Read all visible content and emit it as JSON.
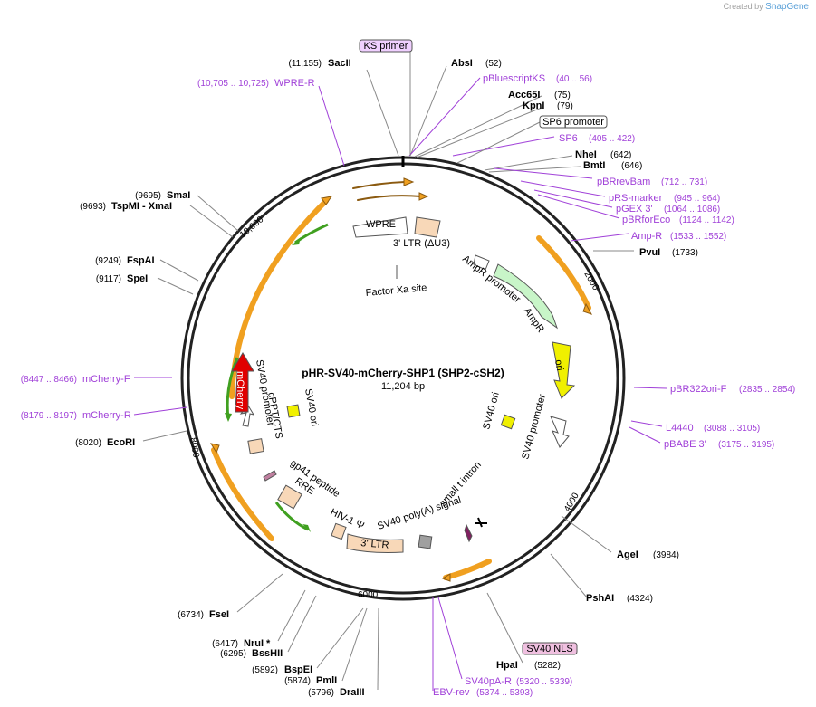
{
  "credit": {
    "prefix": "Created by",
    "brand": "SnapGene"
  },
  "plasmid": {
    "name": "pHR-SV40-mCherry-SHP1 (SHP2-cSH2)",
    "size": "11,204 bp"
  },
  "ticks": [
    "2000",
    "4000",
    "6000",
    "8000",
    "10,000"
  ],
  "sites": [
    {
      "name": "SacII",
      "pos": "(11,155)"
    },
    {
      "name": "AbsI",
      "pos": "(52)"
    },
    {
      "name": "Acc65I",
      "pos": "(75)"
    },
    {
      "name": "KpnI",
      "pos": "(79)"
    },
    {
      "name": "NheI",
      "pos": "(642)"
    },
    {
      "name": "BmtI",
      "pos": "(646)"
    },
    {
      "name": "PvuI",
      "pos": "(1733)"
    },
    {
      "name": "AgeI",
      "pos": "(3984)"
    },
    {
      "name": "PshAI",
      "pos": "(4324)"
    },
    {
      "name": "HpaI",
      "pos": "(5282)"
    },
    {
      "name": "DraIII",
      "pos": "(5796)"
    },
    {
      "name": "PmlI",
      "pos": "(5874)"
    },
    {
      "name": "BspEI",
      "pos": "(5892)"
    },
    {
      "name": "BssHII",
      "pos": "(6295)"
    },
    {
      "name": "NruI *",
      "pos": "(6417)"
    },
    {
      "name": "FseI",
      "pos": "(6734)"
    },
    {
      "name": "EcoRI",
      "pos": "(8020)"
    },
    {
      "name": "SpeI",
      "pos": "(9117)"
    },
    {
      "name": "FspAI",
      "pos": "(9249)"
    },
    {
      "name": "TspMI - XmaI",
      "pos": "(9693)"
    },
    {
      "name": "SmaI",
      "pos": "(9695)"
    }
  ],
  "primers": [
    {
      "name": "WPRE-R",
      "pos": "(10,705 .. 10,725)"
    },
    {
      "name": "pBluescriptKS",
      "pos": "(40 .. 56)"
    },
    {
      "name": "SP6",
      "pos": "(405 .. 422)"
    },
    {
      "name": "pBRrevBam",
      "pos": "(712 .. 731)"
    },
    {
      "name": "pRS-marker",
      "pos": "(945 .. 964)"
    },
    {
      "name": "pGEX 3'",
      "pos": "(1064 .. 1086)"
    },
    {
      "name": "pBRforEco",
      "pos": "(1124 .. 1142)"
    },
    {
      "name": "Amp-R",
      "pos": "(1533 .. 1552)"
    },
    {
      "name": "pBR322ori-F",
      "pos": "(2835 .. 2854)"
    },
    {
      "name": "L4440",
      "pos": "(3088 .. 3105)"
    },
    {
      "name": "pBABE 3'",
      "pos": "(3175 .. 3195)"
    },
    {
      "name": "SV40pA-R",
      "pos": "(5320 .. 5339)"
    },
    {
      "name": "EBV-rev",
      "pos": "(5374 .. 5393)"
    },
    {
      "name": "mCherry-F",
      "pos": "(8447 .. 8466)"
    },
    {
      "name": "mCherry-R",
      "pos": "(8179 .. 8197)"
    }
  ],
  "boxed_labels": {
    "ks_primer": "KS primer",
    "sp6_promoter": "SP6 promoter",
    "sv40_nls": "SV40 NLS"
  },
  "features": {
    "wpre": "WPRE",
    "ltr_du3": "3' LTR (ΔU3)",
    "factor_xa": "Factor Xa site",
    "ampr_promoter": "AmpR promoter",
    "ampr": "AmpR",
    "ori": "ori",
    "sv40_ori_right": "SV40 ori",
    "sv40_promoter_right": "SV40 promoter",
    "small_t_intron": "small t intron",
    "sv40_polya": "SV40 poly(A) signal",
    "ltr3": "3' LTR",
    "hiv_psi": "HIV-1 Ψ",
    "rre": "RRE",
    "gp41": "gp41 peptide",
    "cppt": "cPPT/CTS",
    "sv40_promoter_left": "SV40 promoter",
    "mcherry": "mCherry",
    "sv40_ori_left": "SV40 ori"
  },
  "colors": {
    "primer": "#a040d8",
    "orange_arrow": "#f0a020",
    "green_arrow": "#40a020",
    "mcherry": "#e00000",
    "ori": "#f0f000",
    "ampr": "#c8f5c8",
    "ltr": "#f8d8b8"
  }
}
